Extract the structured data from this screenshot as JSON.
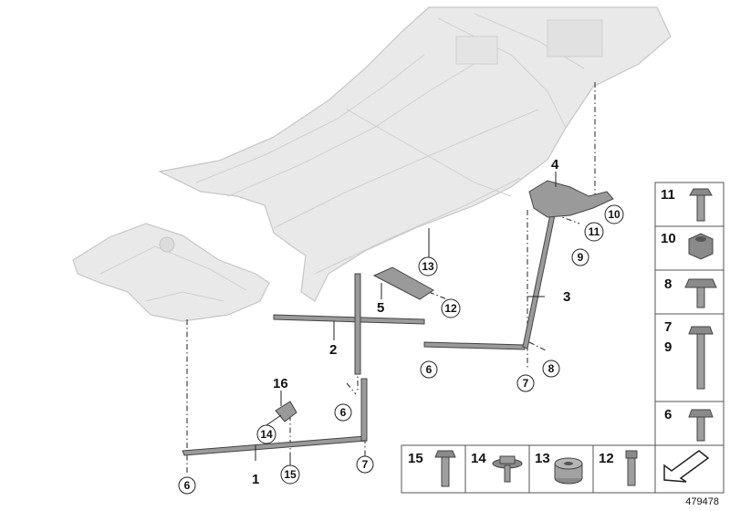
{
  "diagram_id": "479478",
  "callouts_plain": {
    "c1": "1",
    "c2": "2",
    "c3": "3",
    "c4": "4",
    "c5": "5",
    "c16": "16"
  },
  "callouts_circled": {
    "c6a": "6",
    "c6b": "6",
    "c6c": "6",
    "c7a": "7",
    "c7b": "7",
    "c8": "8",
    "c9": "9",
    "c10": "10",
    "c11": "11",
    "c12": "12",
    "c13": "13",
    "c14": "14",
    "c15": "15"
  },
  "parts_panel": {
    "p11": "11",
    "p10": "10",
    "p8": "8",
    "p7": "7",
    "p9": "9",
    "p6": "6",
    "p15": "15",
    "p14": "14",
    "p13": "13",
    "p12": "12"
  }
}
